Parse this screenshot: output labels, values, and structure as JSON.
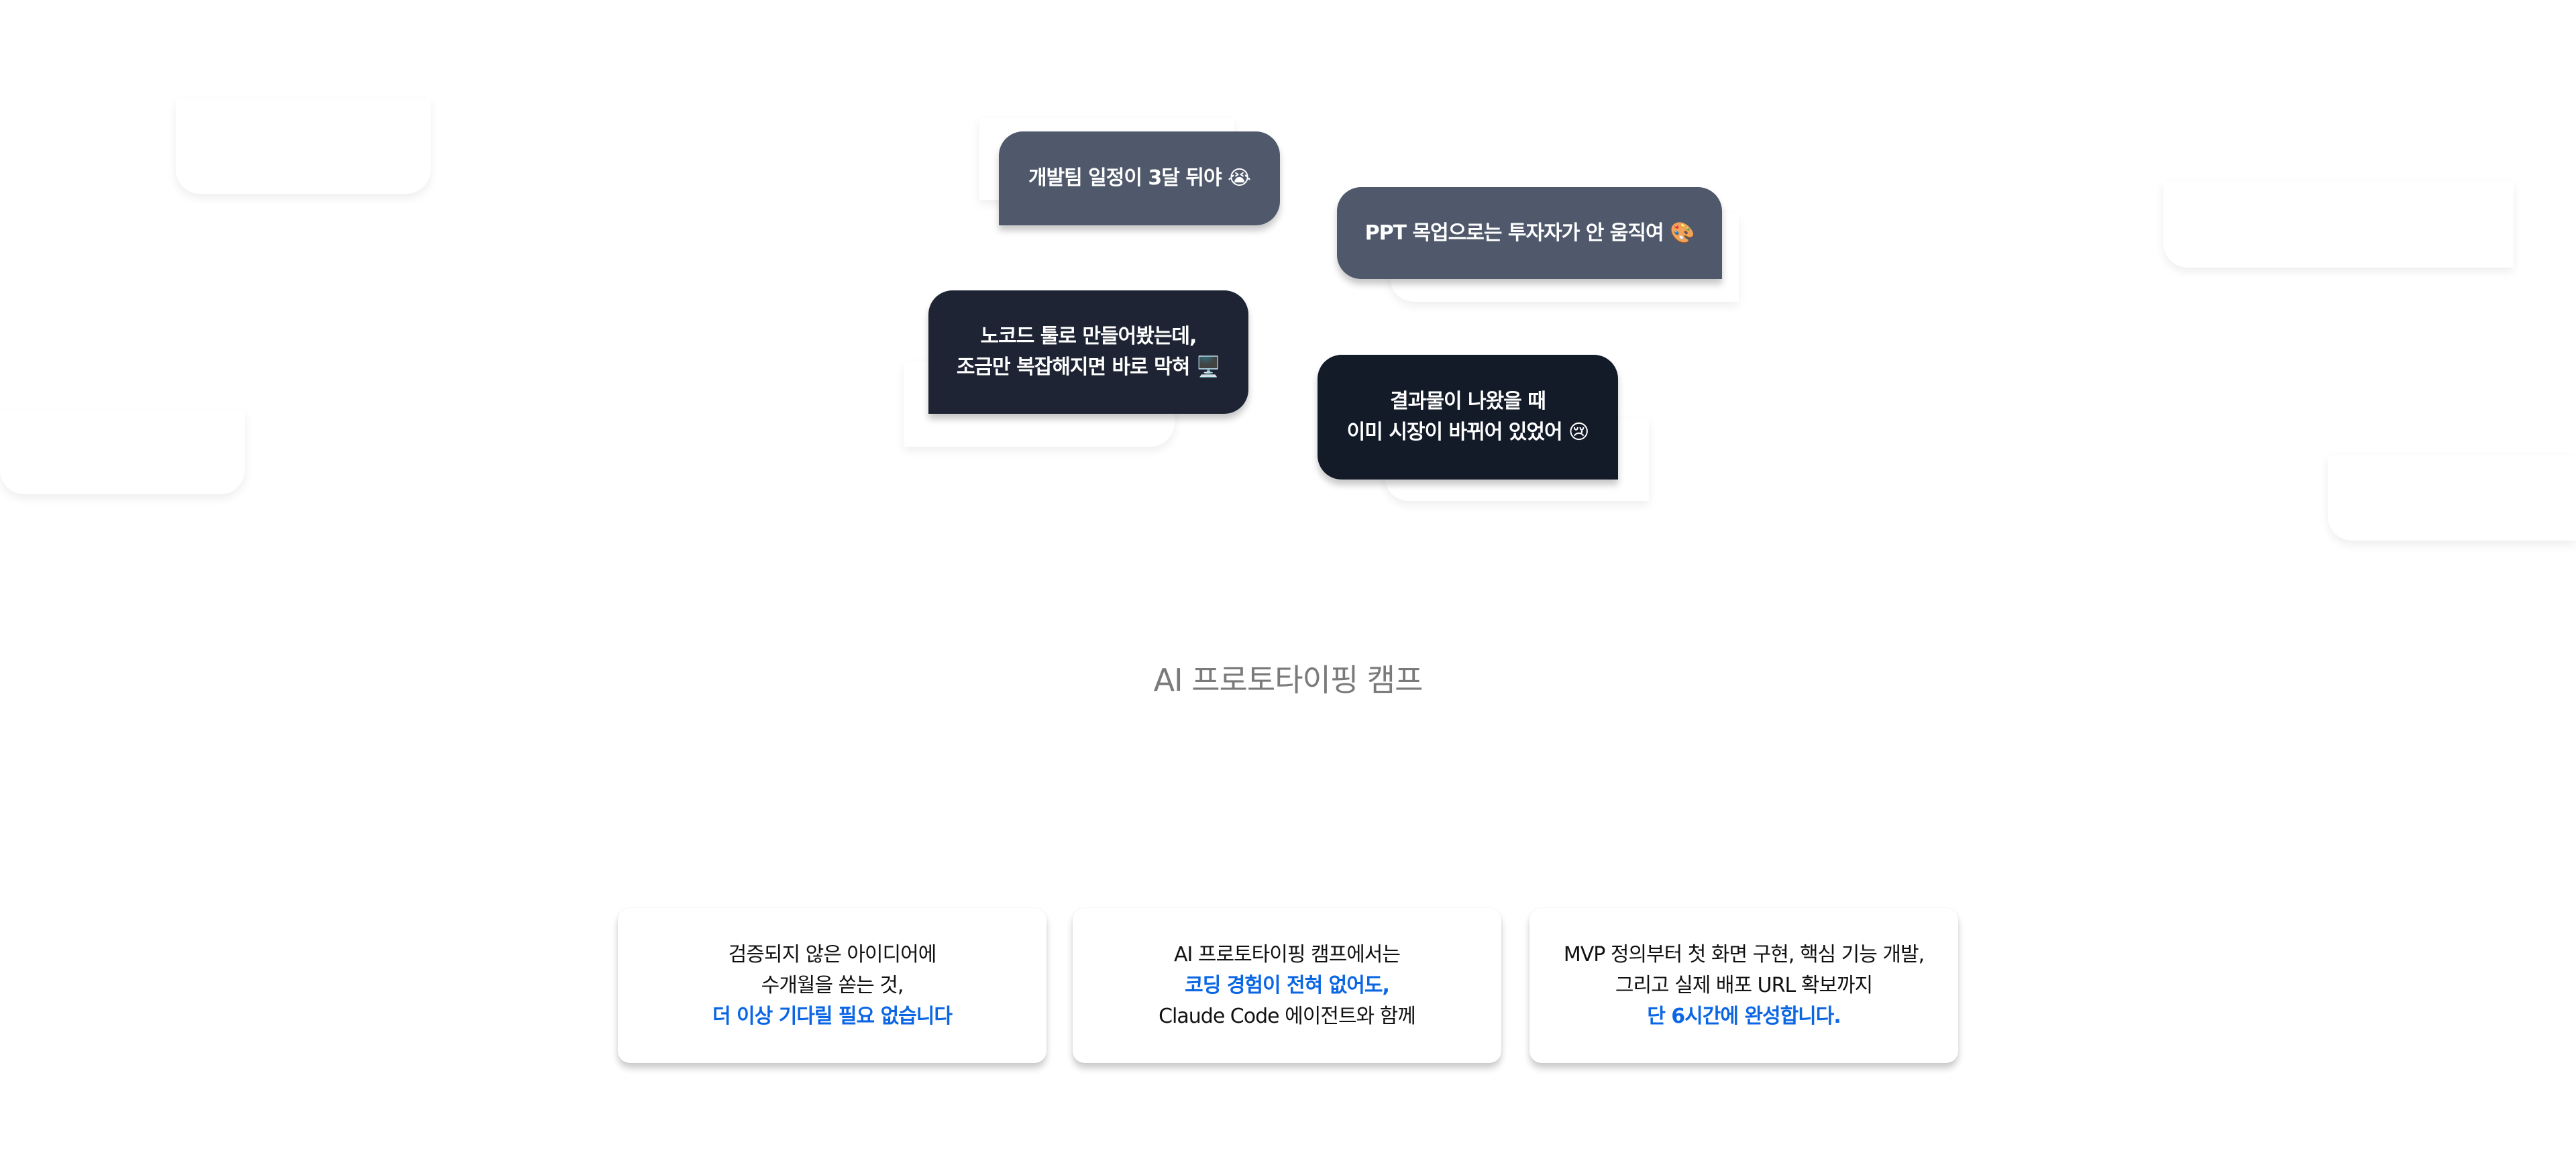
{
  "bubbles": [
    {
      "text": "개발팀 일정이 3달 뒤야 😭"
    },
    {
      "text": "PPT 목업으로는 투자자가 안 움직여 🎨"
    },
    {
      "line1": "노코드 툴로 만들어봤는데,",
      "line2": "조금만 복잡해지면 바로 막혀 🖥️"
    },
    {
      "line1": "결과물이 나왔을 때",
      "line2": "이미 시장이 바뀌어 있었어 😢"
    }
  ],
  "title": "AI 프로토타이핑 캠프",
  "cards": [
    {
      "line1": "검증되지 않은 아이디어에",
      "line2": "수개월을 쏟는 것,",
      "line3": "더 이상 기다릴 필요 없습니다"
    },
    {
      "line1": "AI 프로토타이핑 캠프에서는",
      "line2": "코딩 경험이 전혀 없어도,",
      "line3": "Claude Code 에이전트와 함께"
    },
    {
      "line1": "MVP 정의부터 첫 화면 구현, 핵심 기능 개발,",
      "line2": "그리고 실제 배포 URL 확보까지",
      "line3": "단 6시간에 완성합니다."
    }
  ],
  "colors": {
    "accent": "#0b66e4",
    "bubble_slate": "#4f596b",
    "bubble_dark": "#1e2433",
    "bubble_darker": "#131a28"
  }
}
